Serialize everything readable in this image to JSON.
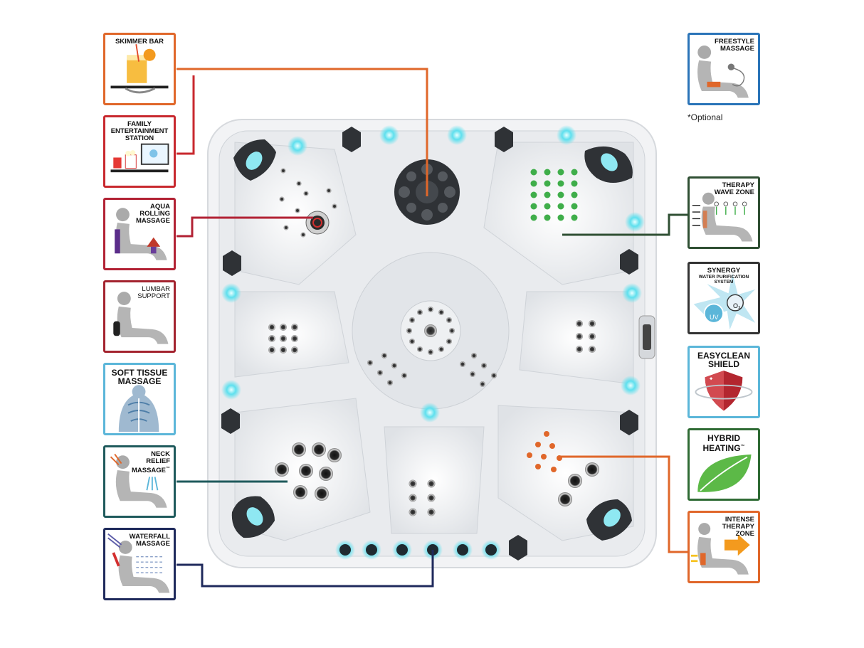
{
  "left_features": [
    {
      "id": "skimmer-bar",
      "lines": [
        "SKIMMER BAR"
      ],
      "color": "#e0672a"
    },
    {
      "id": "family-entertainment-station",
      "lines": [
        "FAMILY",
        "ENTERTAINMENT",
        "STATION"
      ],
      "color": "#c8282e"
    },
    {
      "id": "aqua-rolling-massage",
      "lines": [
        "AQUA",
        "ROLLING",
        "MASSAGE"
      ],
      "color": "#b22234"
    },
    {
      "id": "lumbar-support",
      "lines": [
        "LUMBAR",
        "SUPPORT"
      ],
      "color": "#a3232f"
    },
    {
      "id": "soft-tissue-massage",
      "lines": [
        "SOFT TISSUE",
        "MASSAGE"
      ],
      "color": "#5bb6d9"
    },
    {
      "id": "neck-relief-massage",
      "lines": [
        "NECK",
        "RELIEF",
        "MASSAGE"
      ],
      "color": "#1f5a5c",
      "tm": "™"
    },
    {
      "id": "waterfall-massage",
      "lines": [
        "WATERFALL",
        "MASSAGE"
      ],
      "color": "#1f2a5c"
    }
  ],
  "right_features": [
    {
      "id": "freestyle-massage",
      "lines": [
        "FREESTYLE",
        "MASSAGE"
      ],
      "color": "#2a74b8"
    },
    {
      "id": "therapy-wave-zone",
      "lines": [
        "THERAPY",
        "WAVE ZONE"
      ],
      "color": "#2f4f33"
    },
    {
      "id": "synergy",
      "lines": [
        "SYNERGY"
      ],
      "sublines": [
        "WATER PURIFICATION",
        "SYSTEM"
      ],
      "uv": "UV",
      "o3": "O₃",
      "color": "#333333"
    },
    {
      "id": "easyclean-shield",
      "lines": [
        "EASYCLEAN",
        "SHIELD"
      ],
      "color": "#5bb6d9"
    },
    {
      "id": "hybrid-heating",
      "lines": [
        "HYBRID",
        "HEATING"
      ],
      "color": "#2f6b34",
      "tm": "™"
    },
    {
      "id": "intense-therapy-zone",
      "lines": [
        "INTENSE",
        "THERAPY",
        "ZONE"
      ],
      "color": "#e0672a"
    }
  ],
  "optional_note": "*Optional",
  "colors": {
    "light": "#5fe0ee",
    "shell": "#f2f3f5",
    "jet": "#3a3a3a",
    "green_jet": "#3fae4a",
    "orange_jet": "#e0672a"
  }
}
